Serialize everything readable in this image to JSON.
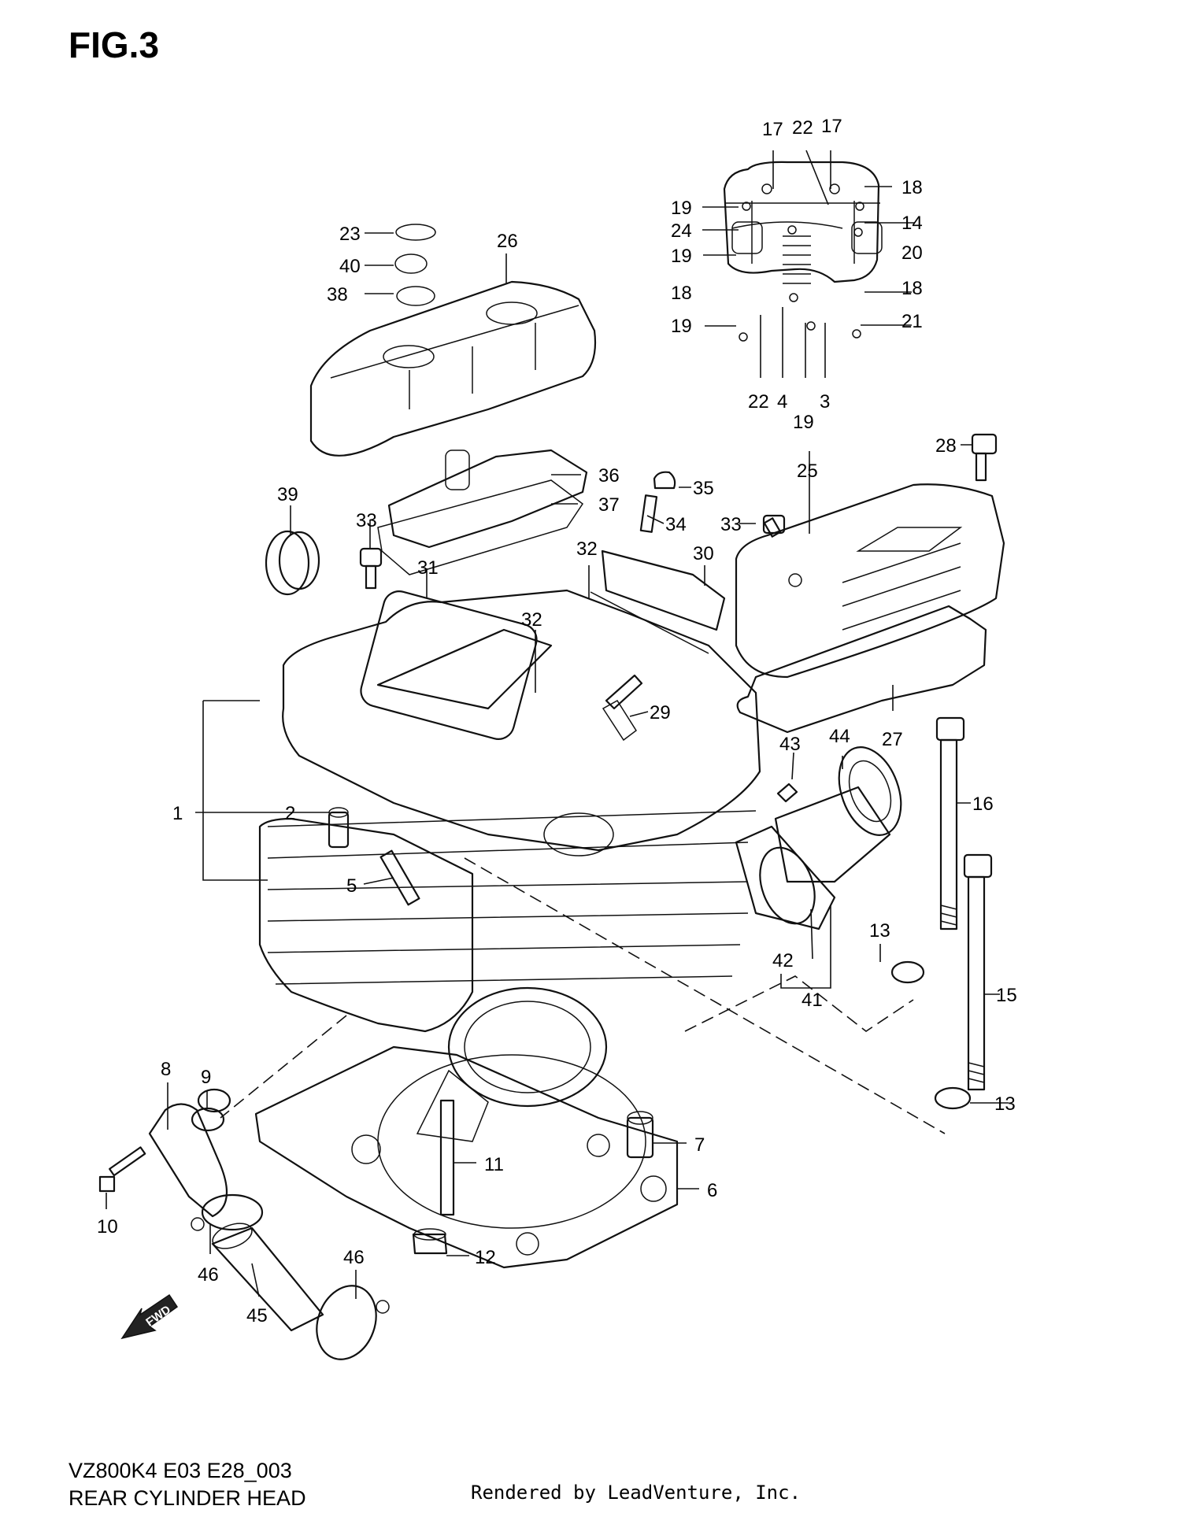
{
  "figure_label": "FIG.3",
  "model_code": "VZ800K4 E03 E28_003",
  "section_title": "REAR CYLINDER HEAD",
  "render_credit": "Rendered by LeadVenture, Inc.",
  "fwd_label": "FWD",
  "callouts": [
    "17",
    "22",
    "17",
    "18",
    "19",
    "14",
    "24",
    "19",
    "20",
    "18",
    "18",
    "19",
    "21",
    "22",
    "4",
    "19",
    "3",
    "23",
    "26",
    "40",
    "38",
    "28",
    "36",
    "35",
    "25",
    "37",
    "39",
    "34",
    "33",
    "33",
    "32",
    "30",
    "31",
    "32",
    "29",
    "44",
    "43",
    "27",
    "1",
    "2",
    "16",
    "5",
    "13",
    "42",
    "15",
    "41",
    "9",
    "8",
    "13",
    "7",
    "11",
    "6",
    "10",
    "12",
    "46",
    "46",
    "45"
  ]
}
